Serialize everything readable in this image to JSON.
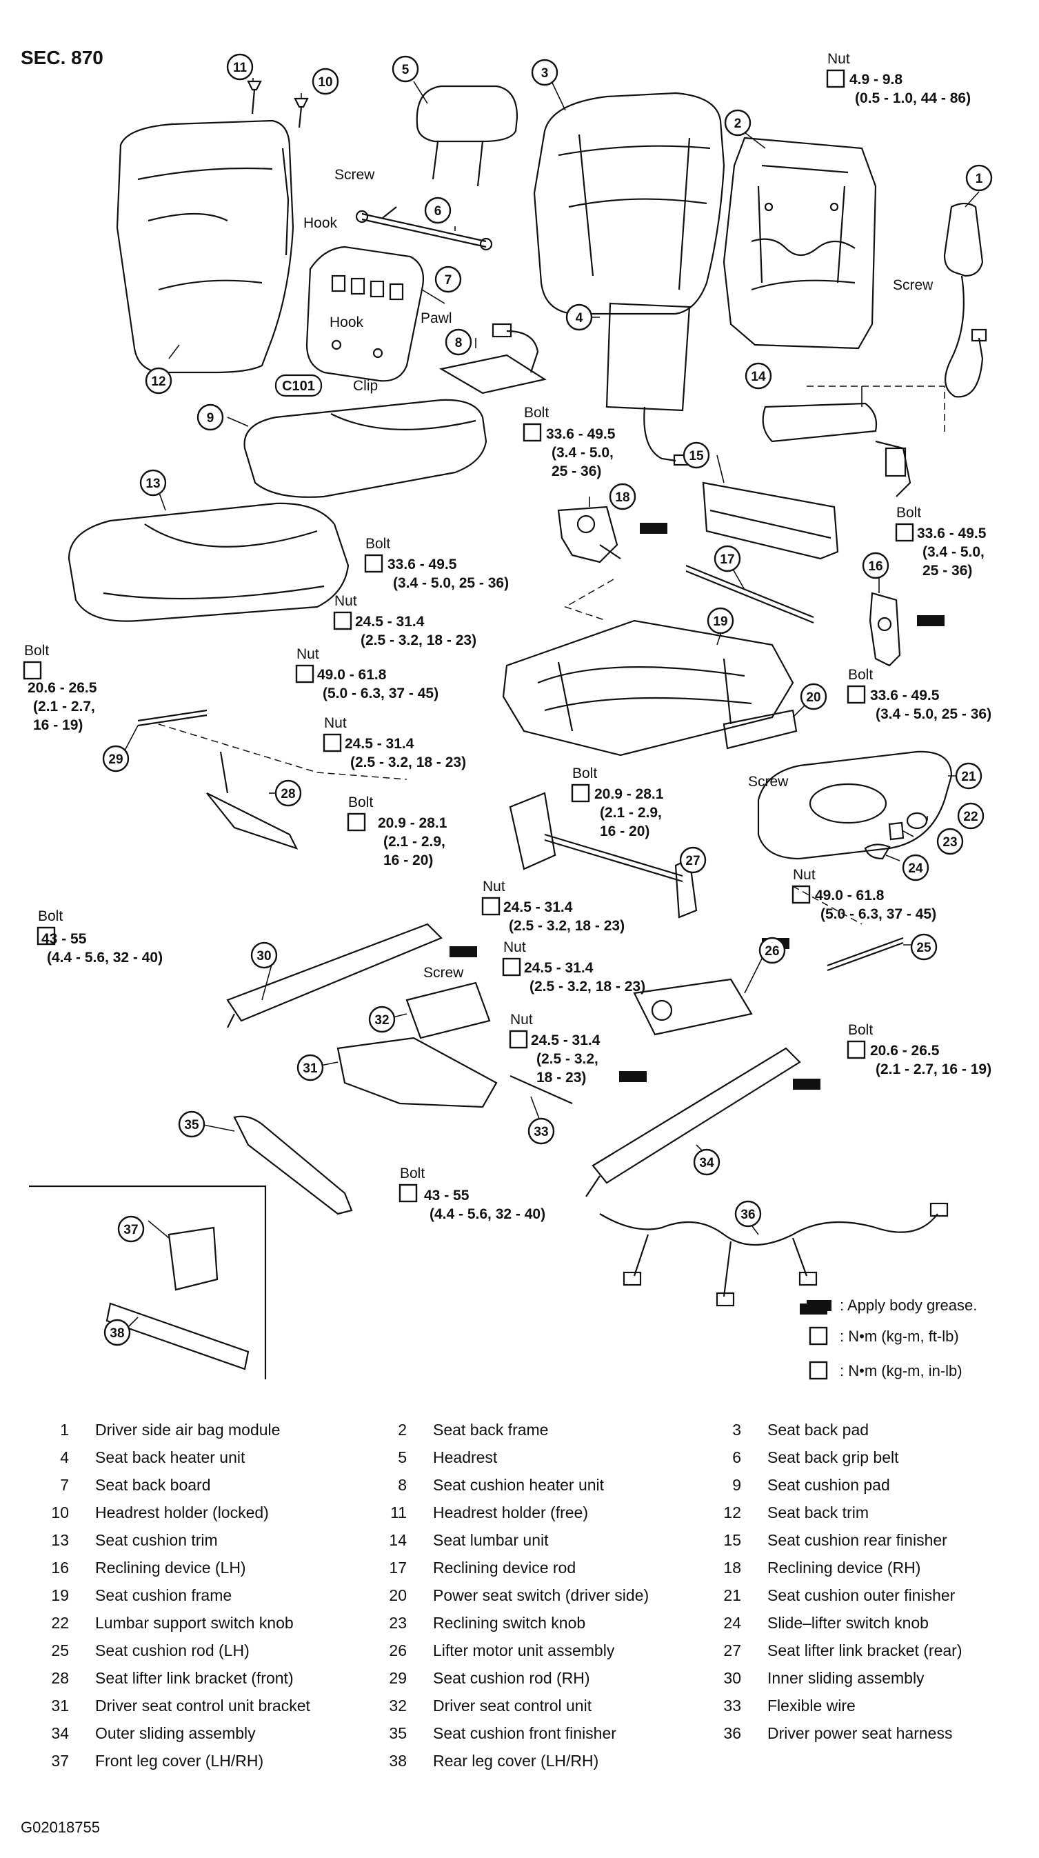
{
  "section": "SEC. 870",
  "figure_id": "G02018755",
  "callouts": [
    {
      "id": "c1",
      "n": "1"
    },
    {
      "id": "c2",
      "n": "2"
    },
    {
      "id": "c3",
      "n": "3"
    },
    {
      "id": "c4",
      "n": "4"
    },
    {
      "id": "c5",
      "n": "5"
    },
    {
      "id": "c6",
      "n": "6"
    },
    {
      "id": "c7",
      "n": "7"
    },
    {
      "id": "c8",
      "n": "8"
    },
    {
      "id": "c9",
      "n": "9"
    },
    {
      "id": "c10",
      "n": "10"
    },
    {
      "id": "c11",
      "n": "11"
    },
    {
      "id": "c12",
      "n": "12"
    },
    {
      "id": "c13",
      "n": "13"
    },
    {
      "id": "c14",
      "n": "14"
    },
    {
      "id": "c15",
      "n": "15"
    },
    {
      "id": "c16",
      "n": "16"
    },
    {
      "id": "c17",
      "n": "17"
    },
    {
      "id": "c18",
      "n": "18"
    },
    {
      "id": "c19",
      "n": "19"
    },
    {
      "id": "c20",
      "n": "20"
    },
    {
      "id": "c21",
      "n": "21"
    },
    {
      "id": "c22",
      "n": "22"
    },
    {
      "id": "c23",
      "n": "23"
    },
    {
      "id": "c24",
      "n": "24"
    },
    {
      "id": "c25",
      "n": "25"
    },
    {
      "id": "c26",
      "n": "26"
    },
    {
      "id": "c27",
      "n": "27"
    },
    {
      "id": "c28",
      "n": "28"
    },
    {
      "id": "c29",
      "n": "29"
    },
    {
      "id": "c30",
      "n": "30"
    },
    {
      "id": "c31",
      "n": "31"
    },
    {
      "id": "c32",
      "n": "32"
    },
    {
      "id": "c33",
      "n": "33"
    },
    {
      "id": "c34",
      "n": "34"
    },
    {
      "id": "c35",
      "n": "35"
    },
    {
      "id": "c36",
      "n": "36"
    },
    {
      "id": "c37",
      "n": "37"
    },
    {
      "id": "c38",
      "n": "38"
    }
  ],
  "labels": {
    "screw": "Screw",
    "hook": "Hook",
    "pawl": "Pawl",
    "clip": "Clip",
    "c101": "C101",
    "nut": "Nut",
    "bolt": "Bolt"
  },
  "torques": {
    "t_nut_top": [
      "4.9 - 9.8",
      "(0.5 - 1.0, 44 - 86)"
    ],
    "t_bolt_18": [
      "33.6 - 49.5",
      "(3.4 - 5.0,",
      "25 - 36)"
    ],
    "t_bolt_16": [
      "33.6 - 49.5",
      "(3.4 - 5.0,",
      "25 - 36)"
    ],
    "t_bolt_mid": [
      "33.6 - 49.5",
      "(3.4 - 5.0, 25 - 36)"
    ],
    "t_nut_a": [
      "24.5 - 31.4",
      "(2.5 - 3.2, 18 - 23)"
    ],
    "t_bolt_29": [
      "20.6 - 26.5",
      "(2.1 - 2.7,",
      "16 - 19)"
    ],
    "t_nut_b": [
      "49.0 - 61.8",
      "(5.0 - 6.3, 37 - 45)"
    ],
    "t_bolt_16lo": [
      "33.6 - 49.5",
      "(3.4 - 5.0, 25 - 36)"
    ],
    "t_nut_c": [
      "24.5 - 31.4",
      "(2.5 - 3.2, 18 - 23)"
    ],
    "t_bolt_ctr": [
      "20.9 - 28.1",
      "(2.1 - 2.9,",
      "16 - 20)"
    ],
    "t_bolt_28": [
      "20.9 - 28.1",
      "(2.1 - 2.9,",
      "16 - 20)"
    ],
    "t_nut_d": [
      "24.5 - 31.4",
      "(2.5 - 3.2, 18 - 23)"
    ],
    "t_nut_e": [
      "49.0 - 61.8",
      "(5.0 - 6.3, 37 - 45)"
    ],
    "t_bolt_30": [
      "43 - 55",
      "(4.4 - 5.6, 32 - 40)"
    ],
    "t_nut_f": [
      "24.5 - 31.4",
      "(2.5 - 3.2, 18 - 23)"
    ],
    "t_nut_g": [
      "24.5 - 31.4",
      "(2.5 - 3.2,",
      "18 - 23)"
    ],
    "t_bolt_25": [
      "20.6 - 26.5",
      "(2.1 - 2.7, 16 - 19)"
    ],
    "t_bolt_34": [
      "43 - 55",
      "(4.4 - 5.6, 32 - 40)"
    ]
  },
  "key": {
    "grease": ": Apply body grease.",
    "torque_ft": ": N•m (kg-m, ft-lb)",
    "torque_in": ": N•m (kg-m, in-lb)"
  },
  "parts": [
    {
      "n": "1",
      "name": "Driver side air bag module"
    },
    {
      "n": "2",
      "name": "Seat back frame"
    },
    {
      "n": "3",
      "name": "Seat back pad"
    },
    {
      "n": "4",
      "name": "Seat back heater unit"
    },
    {
      "n": "5",
      "name": "Headrest"
    },
    {
      "n": "6",
      "name": "Seat back grip belt"
    },
    {
      "n": "7",
      "name": "Seat back board"
    },
    {
      "n": "8",
      "name": "Seat cushion heater unit"
    },
    {
      "n": "9",
      "name": "Seat cushion pad"
    },
    {
      "n": "10",
      "name": "Headrest holder (locked)"
    },
    {
      "n": "11",
      "name": "Headrest holder (free)"
    },
    {
      "n": "12",
      "name": "Seat back trim"
    },
    {
      "n": "13",
      "name": "Seat cushion trim"
    },
    {
      "n": "14",
      "name": "Seat lumbar unit"
    },
    {
      "n": "15",
      "name": "Seat cushion rear finisher"
    },
    {
      "n": "16",
      "name": "Reclining device (LH)"
    },
    {
      "n": "17",
      "name": "Reclining device rod"
    },
    {
      "n": "18",
      "name": "Reclining device (RH)"
    },
    {
      "n": "19",
      "name": "Seat cushion frame"
    },
    {
      "n": "20",
      "name": "Power seat switch (driver side)"
    },
    {
      "n": "21",
      "name": "Seat cushion outer finisher"
    },
    {
      "n": "22",
      "name": "Lumbar support switch knob"
    },
    {
      "n": "23",
      "name": "Reclining switch knob"
    },
    {
      "n": "24",
      "name": "Slide–lifter switch knob"
    },
    {
      "n": "25",
      "name": "Seat cushion rod (LH)"
    },
    {
      "n": "26",
      "name": "Lifter motor unit assembly"
    },
    {
      "n": "27",
      "name": "Seat lifter link bracket (rear)"
    },
    {
      "n": "28",
      "name": "Seat lifter link bracket (front)"
    },
    {
      "n": "29",
      "name": "Seat cushion rod (RH)"
    },
    {
      "n": "30",
      "name": "Inner sliding assembly"
    },
    {
      "n": "31",
      "name": "Driver seat control unit bracket"
    },
    {
      "n": "32",
      "name": "Driver seat control unit"
    },
    {
      "n": "33",
      "name": "Flexible wire"
    },
    {
      "n": "34",
      "name": "Outer sliding assembly"
    },
    {
      "n": "35",
      "name": "Seat cushion front finisher"
    },
    {
      "n": "36",
      "name": "Driver power seat harness"
    },
    {
      "n": "37",
      "name": "Front leg cover (LH/RH)"
    },
    {
      "n": "38",
      "name": "Rear leg cover (LH/RH)"
    }
  ]
}
